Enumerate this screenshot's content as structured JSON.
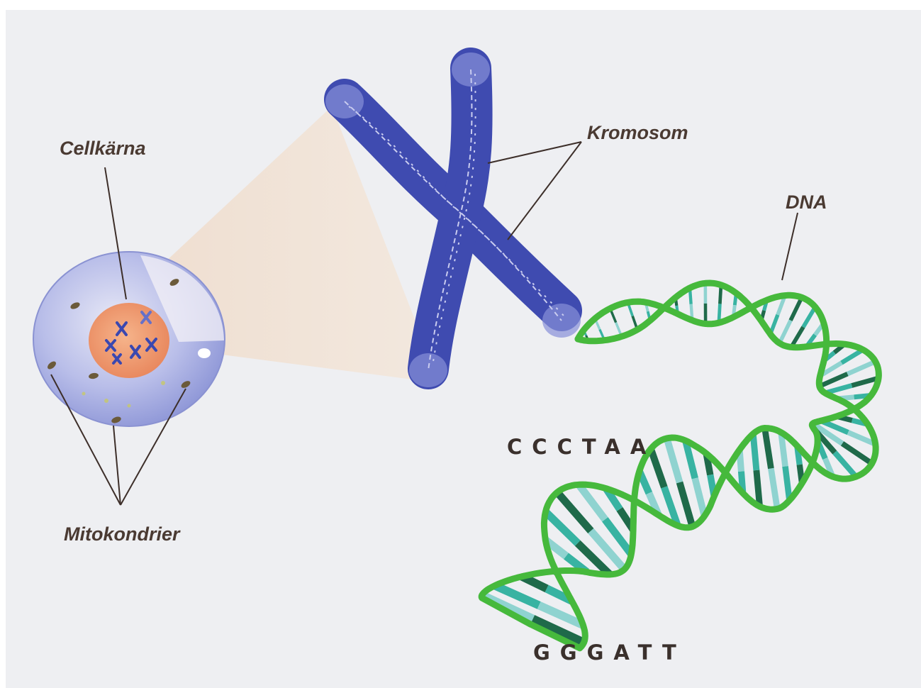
{
  "labels": {
    "nucleus": "Cellkärna",
    "mitochondria": "Mitokondrier",
    "chromosome": "Kromosom",
    "dna": "DNA"
  },
  "sequence": {
    "top": "CCCTAA",
    "bottom": "GGGATT"
  },
  "colors": {
    "page_background": "#eeeff2",
    "cell": "#9fa6e0",
    "nucleus": "#ee9a70",
    "chromosome": "#3f4bb0",
    "dna_backbone": "#46b93c",
    "dna_rung_dark": "#1f6a4a",
    "dna_rung_teal": "#38b3a2",
    "dna_rung_light": "#8fd3d0",
    "label_text": "#4a3a32"
  }
}
